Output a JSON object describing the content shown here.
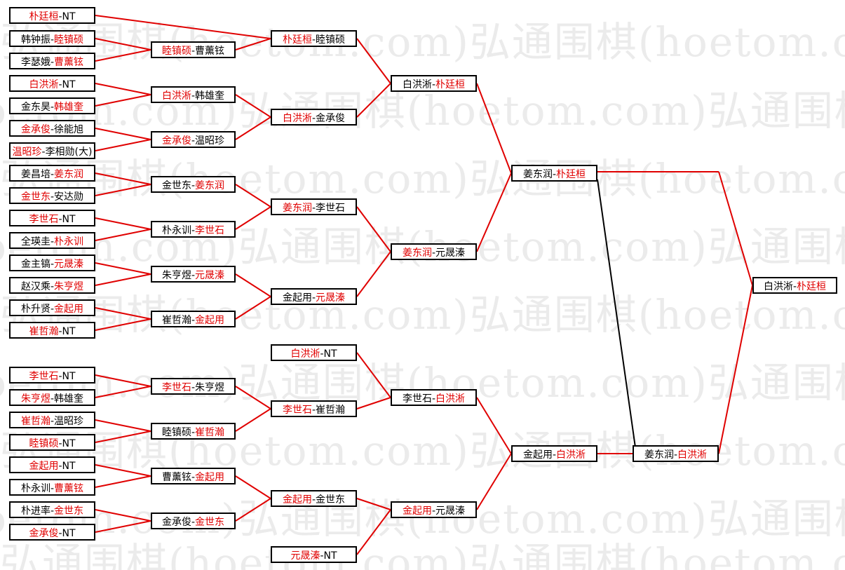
{
  "watermark": "弘通围棋(hoetom.com)",
  "colors": {
    "winner": "#e00000",
    "loser": "#000000",
    "line_red": "#e00000",
    "line_black": "#000000",
    "border": "#000000"
  },
  "round1": [
    {
      "a": "朴廷桓",
      "b": "NT",
      "winner": "a"
    },
    {
      "a": "韩钟振",
      "b": "睦镇硕",
      "winner": "b"
    },
    {
      "a": "李瑟娥",
      "b": "曹薰铉",
      "winner": "b"
    },
    {
      "a": "白洪淅",
      "b": "NT",
      "winner": "a"
    },
    {
      "a": "金东昊",
      "b": "韩雄奎",
      "winner": "b"
    },
    {
      "a": "金承俊",
      "b": "徐能旭",
      "winner": "a"
    },
    {
      "a": "温昭珍",
      "b": "李相勋(大)",
      "winner": "a"
    },
    {
      "a": "姜昌培",
      "b": "姜东润",
      "winner": "b"
    },
    {
      "a": "金世东",
      "b": "安达勋",
      "winner": "a"
    },
    {
      "a": "李世石",
      "b": "NT",
      "winner": "a"
    },
    {
      "a": "全瑛圭",
      "b": "朴永训",
      "winner": "b"
    },
    {
      "a": "金主镐",
      "b": "元晟溱",
      "winner": "b"
    },
    {
      "a": "赵汉乘",
      "b": "朱亨煜",
      "winner": "b"
    },
    {
      "a": "朴升贤",
      "b": "金起用",
      "winner": "b"
    },
    {
      "a": "崔哲瀚",
      "b": "NT",
      "winner": "a"
    },
    {
      "a": "李世石",
      "b": "NT",
      "winner": "a"
    },
    {
      "a": "朱亨煜",
      "b": "韩雄奎",
      "winner": "a"
    },
    {
      "a": "崔哲瀚",
      "b": "温昭珍",
      "winner": "a"
    },
    {
      "a": "睦镇硕",
      "b": "NT",
      "winner": "a"
    },
    {
      "a": "金起用",
      "b": "NT",
      "winner": "a"
    },
    {
      "a": "朴永训",
      "b": "曹薰铉",
      "winner": "b"
    },
    {
      "a": "朴进率",
      "b": "金世东",
      "winner": "b"
    },
    {
      "a": "金承俊",
      "b": "NT",
      "winner": "a"
    }
  ],
  "round2": [
    {
      "a": "睦镇硕",
      "b": "曹薰铉",
      "winner": "a"
    },
    {
      "a": "白洪淅",
      "b": "韩雄奎",
      "winner": "a"
    },
    {
      "a": "金承俊",
      "b": "温昭珍",
      "winner": "a"
    },
    {
      "a": "金世东",
      "b": "姜东润",
      "winner": "b"
    },
    {
      "a": "朴永训",
      "b": "李世石",
      "winner": "b"
    },
    {
      "a": "朱亨煜",
      "b": "元晟溱",
      "winner": "b"
    },
    {
      "a": "崔哲瀚",
      "b": "金起用",
      "winner": "b"
    },
    {
      "a": "李世石",
      "b": "朱亨煜",
      "winner": "a"
    },
    {
      "a": "睦镇硕",
      "b": "崔哲瀚",
      "winner": "b"
    },
    {
      "a": "曹薰铉",
      "b": "金起用",
      "winner": "b"
    },
    {
      "a": "金承俊",
      "b": "金世东",
      "winner": "b"
    }
  ],
  "round3": [
    {
      "a": "朴廷桓",
      "b": "睦镇硕",
      "winner": "a"
    },
    {
      "a": "白洪淅",
      "b": "金承俊",
      "winner": "a"
    },
    {
      "a": "姜东润",
      "b": "李世石",
      "winner": "a"
    },
    {
      "a": "金起用",
      "b": "元晟溱",
      "winner": "b"
    },
    {
      "a": "白洪淅",
      "b": "NT",
      "winner": "a"
    },
    {
      "a": "李世石",
      "b": "崔哲瀚",
      "winner": "a"
    },
    {
      "a": "金起用",
      "b": "金世东",
      "winner": "a"
    },
    {
      "a": "元晟溱",
      "b": "NT",
      "winner": "a"
    }
  ],
  "round4": [
    {
      "a": "白洪淅",
      "b": "朴廷桓",
      "winner": "b"
    },
    {
      "a": "姜东润",
      "b": "元晟溱",
      "winner": "a"
    },
    {
      "a": "李世石",
      "b": "白洪淅",
      "winner": "b"
    },
    {
      "a": "金起用",
      "b": "元晟溱",
      "winner": "a"
    }
  ],
  "round5": [
    {
      "a": "姜东润",
      "b": "朴廷桓",
      "winner": "b"
    },
    {
      "a": "金起用",
      "b": "白洪淅",
      "winner": "b"
    }
  ],
  "round6": [
    {
      "a": "姜东润",
      "b": "白洪淅",
      "winner": "b"
    }
  ],
  "final": {
    "a": "白洪淅",
    "b": "朴廷桓",
    "winner": "b"
  }
}
